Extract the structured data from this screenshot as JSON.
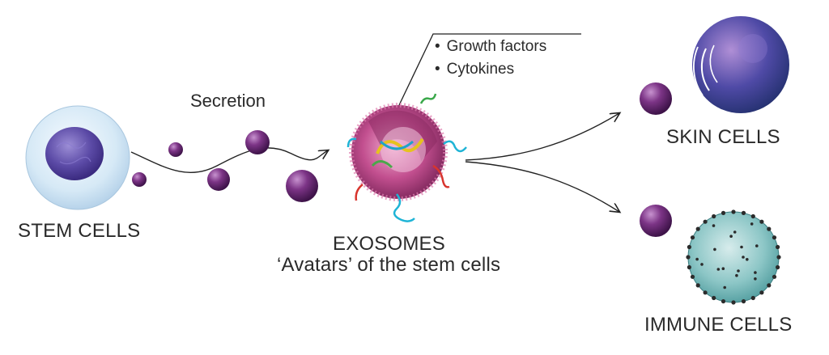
{
  "stem_cells": {
    "label": "STEM CELLS"
  },
  "secretion": {
    "label": "Secretion"
  },
  "exosomes": {
    "label": "EXOSOMES",
    "subtitle": "‘Avatars’ of the stem cells",
    "contents": [
      "Growth factors",
      "Cytokines"
    ]
  },
  "targets": {
    "skin": {
      "label": "SKIN CELLS"
    },
    "immune": {
      "label": "IMMUNE CELLS"
    }
  },
  "colors": {
    "stem_outer": "#d6e9f6",
    "nucleus": "#5b4aa6",
    "vesicle": "#6a2a74",
    "exosome": "#b0447f",
    "skin_cell": "#3d4f9c",
    "immune_cell": "#6bb1b1"
  }
}
